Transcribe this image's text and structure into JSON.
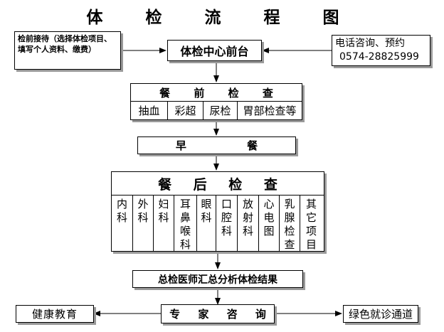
{
  "title": "体 检 流 程 图",
  "pre_reception": "检前接待（选择体检项目、填写个人资料、缴费）",
  "phone": {
    "line1": "电话咨询、预约",
    "line2": "0574-28825999"
  },
  "front_desk": "体检中心前台",
  "pre_meal": {
    "title": "餐 前 检 查",
    "items": [
      "抽血",
      "彩超",
      "尿检",
      "胃部检查等"
    ]
  },
  "breakfast": "早 餐",
  "post_meal": {
    "title": "餐 后 检 查",
    "items": [
      "内科",
      "外科",
      "妇科",
      "耳鼻喉科",
      "眼科",
      "口腔科",
      "放射科",
      "心电图",
      "乳腺检查",
      "其它项目"
    ]
  },
  "summary": "总检医师汇总分析体检结果",
  "consult": "专 家 咨 询",
  "health_edu": "健康教育",
  "green_channel": "绿色就诊通道",
  "colors": {
    "border": "#000000",
    "shadow": "#9a9a9a",
    "background": "#ffffff"
  }
}
